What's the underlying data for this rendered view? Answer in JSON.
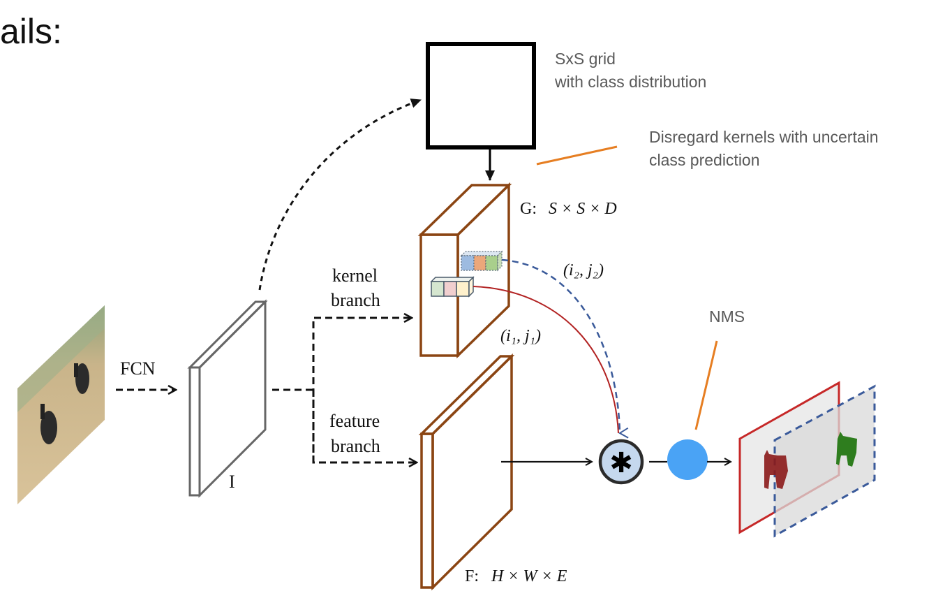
{
  "slide": {
    "heading_fragment": "ails:"
  },
  "annotations": {
    "grid_note": [
      "SxS grid",
      "with class distribution"
    ],
    "disregard_note": [
      "Disregard kernels with uncertain",
      "class prediction"
    ],
    "nms_note": "NMS"
  },
  "labels": {
    "fcn": "FCN",
    "input_feature": "I",
    "kernel_branch": [
      "kernel",
      "branch"
    ],
    "feature_branch": [
      "feature",
      "branch"
    ],
    "g_prefix": "G:",
    "g_dims": "S × S × D",
    "f_prefix": "F:",
    "f_dims": "H × W × E",
    "loc2": "(i₂, j₂)",
    "loc1": "(i₁, j₁)",
    "conv_symbol": "✱"
  },
  "colors": {
    "brown": "#8B4513",
    "orange": "#E67E22",
    "red_curve": "#B22222",
    "blue_dashed": "#3A5A9A",
    "conv_fill": "#C5D8EE",
    "nms_fill": "#4AA3F5",
    "note_text": "#595959"
  }
}
